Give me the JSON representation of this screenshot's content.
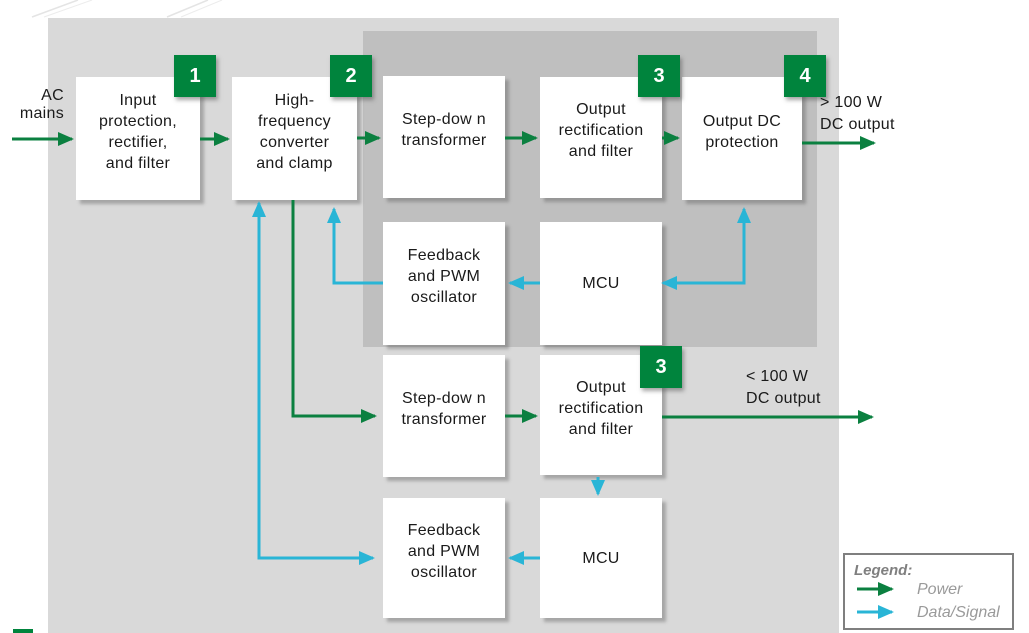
{
  "colors": {
    "power_green": "#0B8040",
    "badge_green": "#00843D",
    "data_cyan": "#29B5D6",
    "bg_light": "#D9D9D9",
    "bg_dark": "#BFBFBF",
    "box_white": "#FFFFFF"
  },
  "io": {
    "ac_input": "AC\nmains",
    "high_power_output": "> 100 W\nDC output",
    "low_power_output": "< 100 W\nDC output"
  },
  "badges": {
    "input": "1",
    "converter": "2",
    "rect_top": "3",
    "protection": "4",
    "rect_bottom": "3"
  },
  "blocks": {
    "input_protection": "Input\nprotection,\nrectifier,\nand filter",
    "hf_converter": "High-\nfrequency\nconverter\nand clamp",
    "stepdown_top": "Step-dow n\ntransformer",
    "output_rect_top": "Output\nrectification\nand filter",
    "output_dc_protection": "Output DC\nprotection",
    "feedback_top": "Feedback\nand PWM\noscillator",
    "mcu_top": "MCU",
    "stepdown_bottom": "Step-dow n\ntransformer",
    "output_rect_bottom": "Output\nrectification\nand filter",
    "feedback_bottom": "Feedback\nand PWM\noscillator",
    "mcu_bottom": "MCU"
  },
  "legend": {
    "title": "Legend:",
    "power_label": "Power",
    "data_label": "Data/Signal"
  }
}
